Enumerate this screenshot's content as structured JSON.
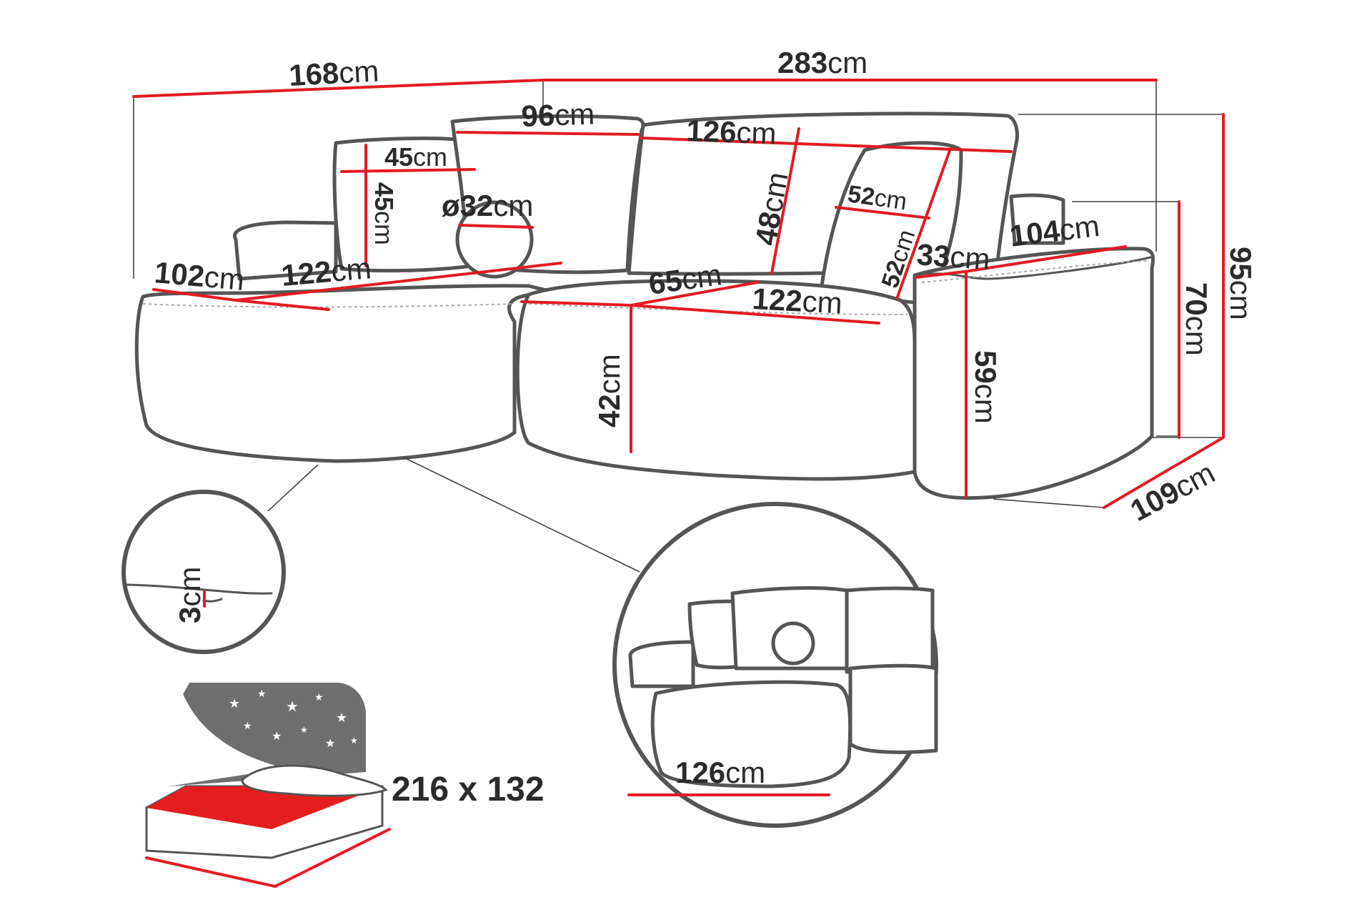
{
  "colors": {
    "dimension_line": "#e21b23",
    "outline": "#555555",
    "text": "#2b2b2b",
    "bed_red": "#e41e1e",
    "night_panel": "#6f6f6f"
  },
  "unit": "cm",
  "dimensions": {
    "chaise_length": "168",
    "total_width": "283",
    "back_cushion_width": "96",
    "back_cushion_width_2": "126",
    "small_pillow_width": "45",
    "small_pillow_height": "45",
    "round_pillow_diameter": "ø32",
    "back_height": "48",
    "square_pillow_width": "52",
    "square_pillow_height": "52",
    "armrest_width": "33",
    "right_side_depth": "104",
    "chaise_width": "102",
    "chaise_seat_length": "122",
    "seat_depth": "65",
    "seat_width": "122",
    "seat_height": "42",
    "armrest_height": "59",
    "side_height": "70",
    "total_height": "95",
    "total_depth": "109",
    "leg_height": "3",
    "detail_width": "126"
  },
  "bed_size": "216 x 132",
  "icons": [
    "star-icon",
    "moon-icon",
    "pillow-icon"
  ]
}
